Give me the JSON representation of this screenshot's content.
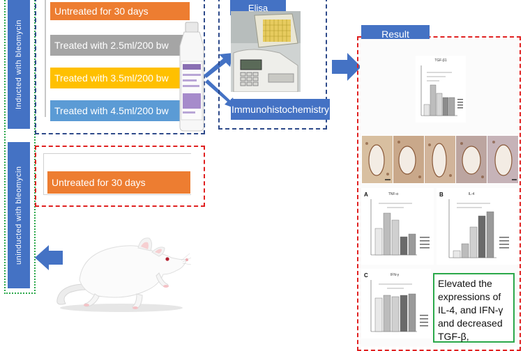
{
  "left_group": {
    "induced_label": "Inducted with bleomycin",
    "uninduced_label": "uninducted with bleomycin"
  },
  "groups": [
    {
      "label": "Untreated for 30 days",
      "color": "#ED7D31"
    },
    {
      "label": "Treated with 2.5ml/200 bw",
      "color": "#A5A5A5"
    },
    {
      "label": "Treated with 3.5ml/200 bw",
      "color": "#FFC000"
    },
    {
      "label": "Treated with 4.5ml/200 bw",
      "color": "#5B9BD5"
    }
  ],
  "control_group": {
    "label": "Untreated for 30 days",
    "color": "#ED7D31"
  },
  "methods": {
    "elisa": "Elisa",
    "ihc": "Immunohistochemistry"
  },
  "result": {
    "title": "Result",
    "panel_a": "A",
    "panel_b": "B",
    "panel_c": "C",
    "chart_1_title": "TGF-β1",
    "chart_a_title": "TNF-α",
    "chart_b_title": "IL-4",
    "chart_c_title": "IFN-γ",
    "conclusion": "Elevated the expressions of IL-4, and IFN-γ and decreased TGF-β,"
  },
  "colors": {
    "navy": "#2E4A8A",
    "blue_box": "#4472C4",
    "red_dash": "#E02020",
    "green_dot": "#2AA84A"
  }
}
